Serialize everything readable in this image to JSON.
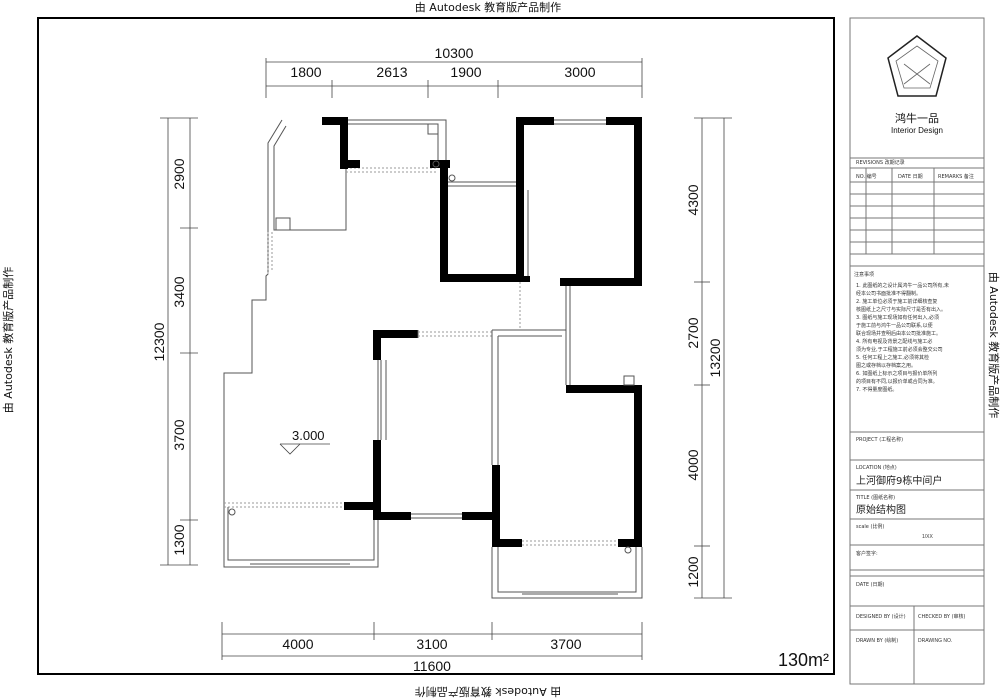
{
  "watermark": {
    "top": "由 Autodesk 教育版产品制作",
    "bottom": "由 Autodesk 教育版产品制作",
    "left": "由 Autodesk 教育版产品制作",
    "right": "由 Autodesk 教育版产品制作"
  },
  "dimensions": {
    "top_total": "10300",
    "top_segments": [
      "1800",
      "2613",
      "1900",
      "3000"
    ],
    "bottom_total": "11600",
    "bottom_segments": [
      "4000",
      "3100",
      "3700"
    ],
    "left_total": "12300",
    "left_segments": [
      "2900",
      "3400",
      "3700",
      "1300"
    ],
    "right_total": "13200",
    "right_segments": [
      "4300",
      "2700",
      "4000",
      "1200"
    ]
  },
  "level_mark": "3.000",
  "area": "130m²",
  "title_block": {
    "logo_name": "鸿牛一品",
    "logo_sub": "Interior Design",
    "revisions_header": "REVISIONS 改期记录",
    "rev_cols": [
      "NO. 编号",
      "DATE 日期",
      "REMARKS 备注"
    ],
    "notes_title": "注意事项",
    "notes": [
      "1. 此图纸的之设计属鸿牛一品公司所有,未",
      "经本公司书面批准不得翻制。",
      "2. 施工单位必须于施工前详细核查复",
      "核图纸上之尺寸与实际尺寸是否有出入。",
      "3. 图纸与施工现场如有任何出入,必须",
      "于施工前与鸿牛一品公司联系,以便",
      "联合现场并查明后由本公司批准施工。",
      "4. 所有电视及背景之配线与施工必",
      "须为专业,于工程施工前必须会整交公司",
      "5. 任何工程上之施工,必须将其检",
      "图之或存档以存档案之用。",
      "6. 如图纸上标示之项目与报价单所列",
      "的项目有不同,以报价单或合同为准。",
      "7. 不得量度图纸。"
    ],
    "project_label": "PROJECT (工程名称)",
    "location_label": "LOCATION (地点)",
    "location_value": "上河御府9栋中间户",
    "title_label": "TITLE (图纸名称)",
    "title_value": "原始结构图",
    "scale_label": "scale (比例)",
    "scale_value": "1/XX",
    "client_label": "客户签字:",
    "date_label": "DATE (日期)",
    "designed_label": "DESIGNED BY (设计)",
    "checked_label": "CHECKED BY (审核)",
    "drawn_label": "DRAWN BY (绘制)",
    "drawing_no_label": "DRAWING NO."
  }
}
